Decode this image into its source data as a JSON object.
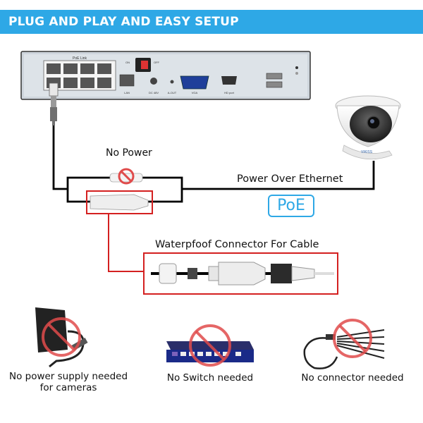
{
  "banner": {
    "title": "PLUG AND PLAY AND EASY SETUP"
  },
  "nvr": {
    "poe_link_label": "PoE Link",
    "on_label": "ON",
    "off_label": "OFF",
    "dc_label": "DC 48V",
    "audio_label": "A-OUT",
    "vga_label": "VGA",
    "hdmi_label": "HD port",
    "lan_label": "LAN"
  },
  "labels": {
    "no_power": "No Power",
    "power_over_ethernet": "Power Over Ethernet",
    "poe_badge": "PoE",
    "waterproof_connector": "Waterpfoof Connector For Cable"
  },
  "captions": {
    "power_supply_line1": "No power supply needed",
    "power_supply_line2": "for cameras",
    "switch": "No Switch needed",
    "connector": "No connector needed"
  },
  "colors": {
    "banner": "#2ea8e6",
    "poe_badge": "#2ea8e6",
    "prohibit": "#e04b4b",
    "red_line": "#d42020"
  }
}
